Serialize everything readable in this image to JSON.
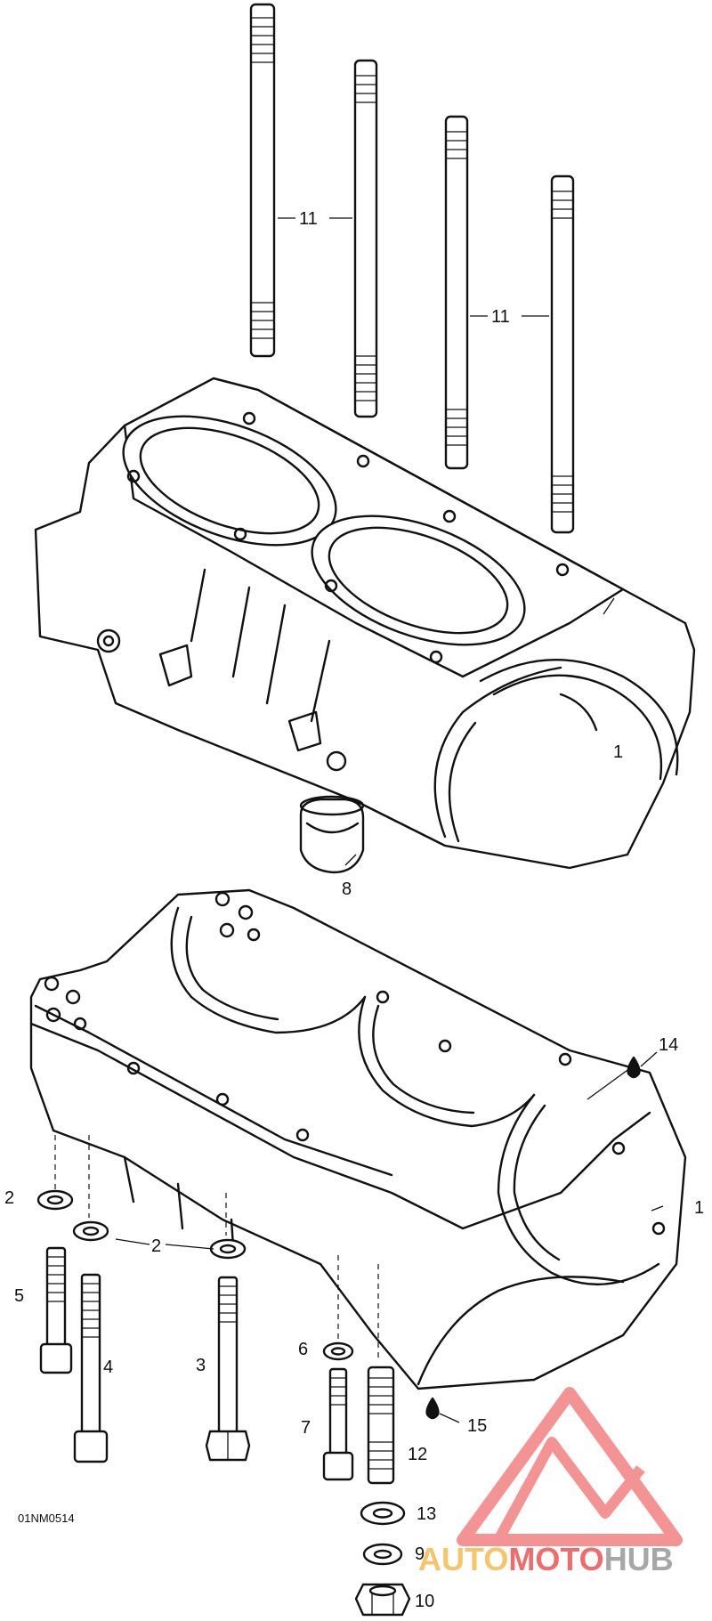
{
  "diagram": {
    "drawing_code": "01NM0514",
    "callouts": {
      "c1_upper": "1",
      "c1_lower": "1",
      "c2_left": "2",
      "c2_mid": "2",
      "c3": "3",
      "c4": "4",
      "c5": "5",
      "c6": "6",
      "c7": "7",
      "c8": "8",
      "c9": "9",
      "c10": "10",
      "c11_left": "11",
      "c11_right": "11",
      "c12": "12",
      "c13": "13",
      "c14": "14",
      "c15": "15"
    }
  },
  "watermark": {
    "part1": "AUTO",
    "part2": "MOTO",
    "part3": "HUB",
    "color_gold": "#f2b23a",
    "color_red": "#ec3b3b",
    "color_gray": "#8a8a8a"
  }
}
